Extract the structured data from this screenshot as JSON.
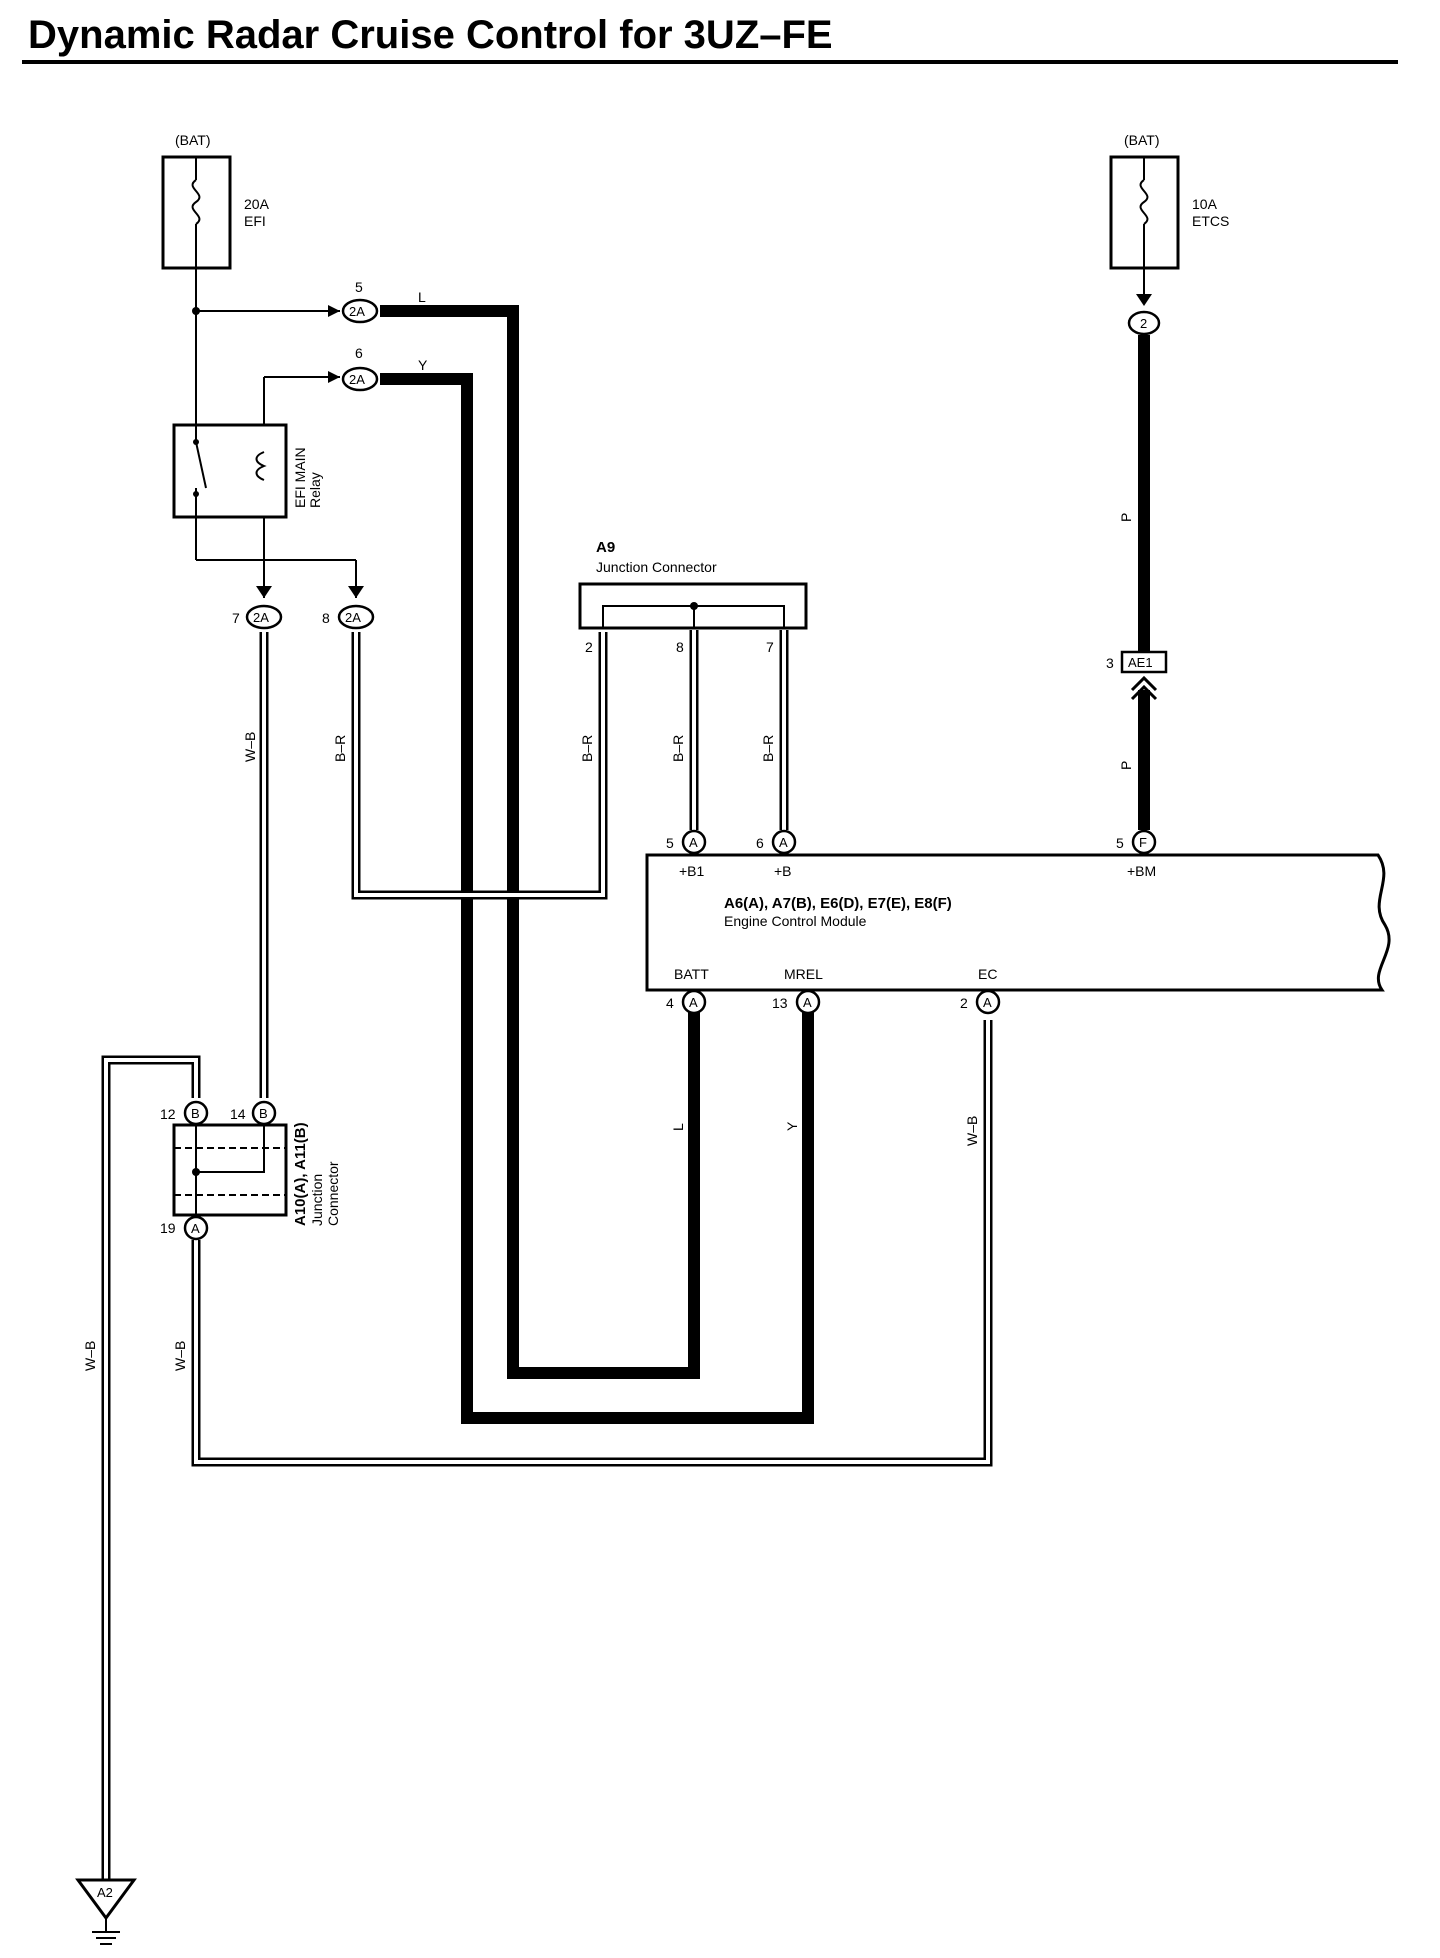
{
  "title": "Dynamic Radar Cruise Control for 3UZ–FE",
  "fuse_efi": {
    "source": "(BAT)",
    "rating": "20A",
    "name": "EFI"
  },
  "fuse_etcs": {
    "source": "(BAT)",
    "rating": "10A",
    "name": "ETCS"
  },
  "relay": {
    "name": "EFI MAIN",
    "type": "Relay"
  },
  "junction_a9": {
    "code": "A9",
    "name": "Junction Connector",
    "pins": [
      "2",
      "8",
      "7"
    ]
  },
  "junction_a10": {
    "code": "A10(A), A11(B)",
    "line2": "Junction",
    "line3": "Connector"
  },
  "ecm": {
    "code": "A6(A), A7(B), E6(D), E7(E), E8(F)",
    "name": "Engine Control Module"
  },
  "ecm_pins_top": [
    {
      "pin": "5",
      "conn": "A",
      "name": "+B1"
    },
    {
      "pin": "6",
      "conn": "A",
      "name": "+B"
    },
    {
      "pin": "5",
      "conn": "F",
      "name": "+BM"
    }
  ],
  "ecm_pins_bottom": [
    {
      "pin": "4",
      "conn": "A",
      "name": "BATT"
    },
    {
      "pin": "13",
      "conn": "A",
      "name": "MREL"
    },
    {
      "pin": "2",
      "conn": "A",
      "name": "EC"
    }
  ],
  "connectors": {
    "c2a_5": {
      "pin": "5",
      "code": "2A"
    },
    "c2a_6": {
      "pin": "6",
      "code": "2A"
    },
    "c2a_7": {
      "pin": "7",
      "code": "2A"
    },
    "c2a_8": {
      "pin": "8",
      "code": "2A"
    },
    "c2_etcs": {
      "code": "2"
    },
    "ae1": {
      "pin": "3",
      "code": "AE1"
    },
    "b12": {
      "pin": "12",
      "code": "B"
    },
    "b14": {
      "pin": "14",
      "code": "B"
    },
    "a19": {
      "pin": "19",
      "code": "A"
    }
  },
  "wires": {
    "l": "L",
    "y": "Y",
    "p": "P",
    "wb": "W–B",
    "br": "B–R"
  },
  "ground": {
    "code": "A2"
  }
}
